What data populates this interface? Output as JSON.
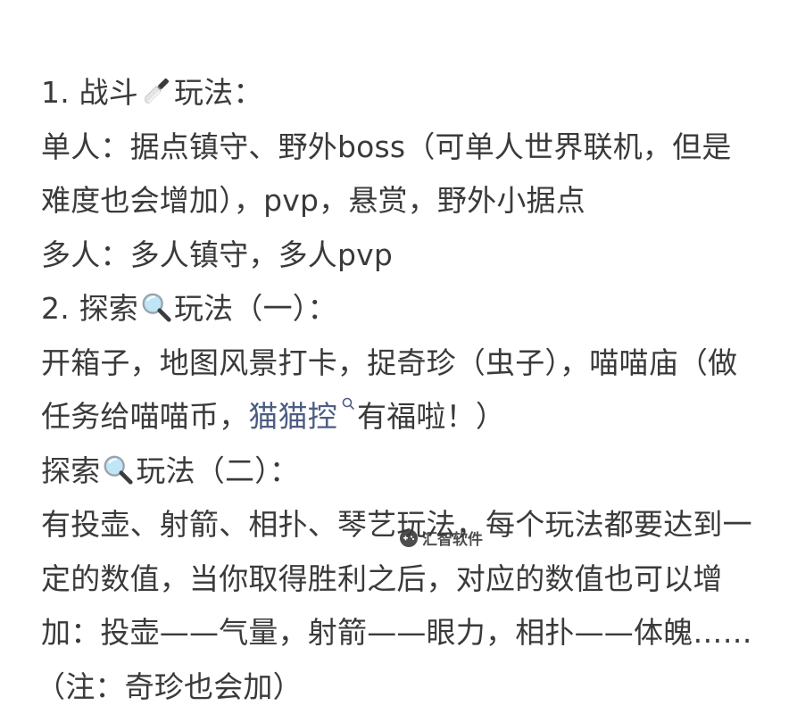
{
  "document": {
    "lines": [
      {
        "parts": [
          "1. 战斗",
          "玩法："
        ],
        "icon": "kitchen-knife-icon"
      },
      {
        "text": "单人：据点镇守、野外boss（可单人世界联机，但是"
      },
      {
        "text": "难度也会增加），pvp，悬赏，野外小据点"
      },
      {
        "text": "多人：多人镇守，多人pvp"
      },
      {
        "parts": [
          "2. 探索",
          "玩法（一）："
        ],
        "icon": "magnifying-glass-icon"
      },
      {
        "text": "开箱子，地图风景打卡，捉奇珍（虫子），喵喵庙（做"
      },
      {
        "parts": [
          "任务给喵喵币，",
          "猫猫控",
          "有福啦！）"
        ],
        "link": {
          "label": "猫猫控",
          "color": "#4d5d82",
          "icon": "search-icon"
        }
      },
      {
        "parts": [
          "探索",
          "玩法（二）："
        ],
        "icon": "magnifying-glass-icon"
      },
      {
        "text": "有投壶、射箭、相扑、琴艺玩法，每个玩法都要达到一"
      },
      {
        "text": "定的数值，当你取得胜利之后，对应的数值也可以增"
      },
      {
        "text": "加：投壶——气量，射箭——眼力，相扑——体魄……"
      },
      {
        "text": "（注：奇珍也会加）"
      }
    ]
  },
  "watermark": {
    "label": "汇智软件",
    "icon": "gamepad-logo-icon"
  },
  "colors": {
    "text": "#3a3a3a",
    "link": "#4d5d82",
    "background": "#ffffff"
  }
}
